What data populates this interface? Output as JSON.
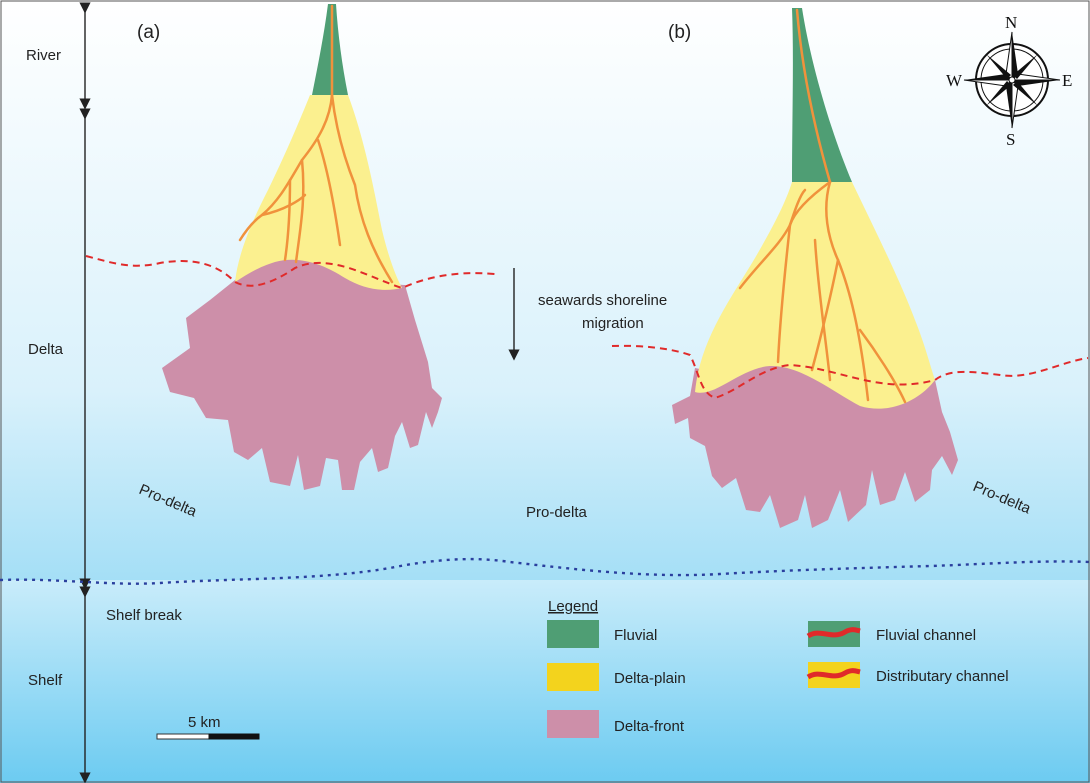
{
  "panels": {
    "a": "(a)",
    "b": "(b)"
  },
  "zones": {
    "river": "River",
    "delta": "Delta",
    "shelf": "Shelf"
  },
  "labels": {
    "prodelta_left": "Pro-delta",
    "prodelta_center": "Pro-delta",
    "prodelta_right": "Pro-delta",
    "shelf_break": "Shelf break",
    "migration_line1": "seawards shoreline",
    "migration_line2": "migration"
  },
  "scale": {
    "label": "5 km"
  },
  "compass": {
    "n": "N",
    "s": "S",
    "e": "E",
    "w": "W"
  },
  "legend": {
    "title": "Legend",
    "items": [
      {
        "label": "Fluvial",
        "color": "#4f9e74"
      },
      {
        "label": "Delta-plain",
        "color": "#f3d31d"
      },
      {
        "label": "Delta-front",
        "color": "#cd8fa9"
      },
      {
        "label": "Fluvial channel",
        "color": "#4f9e74",
        "channel": "#e02a2a"
      },
      {
        "label": "Distributary channel",
        "color": "#f3d31d",
        "channel": "#e02a2a"
      }
    ]
  },
  "colors": {
    "fluvial": "#4f9e74",
    "delta_plain": "#fbf08f",
    "delta_front": "#cd8fa9",
    "channel": "#f0923c",
    "shoreline": "#e02a2a",
    "shelf_break_line": "#2a3f9e",
    "sea_top": "#ffffff",
    "sea_bottom": "#6ccbf1"
  }
}
